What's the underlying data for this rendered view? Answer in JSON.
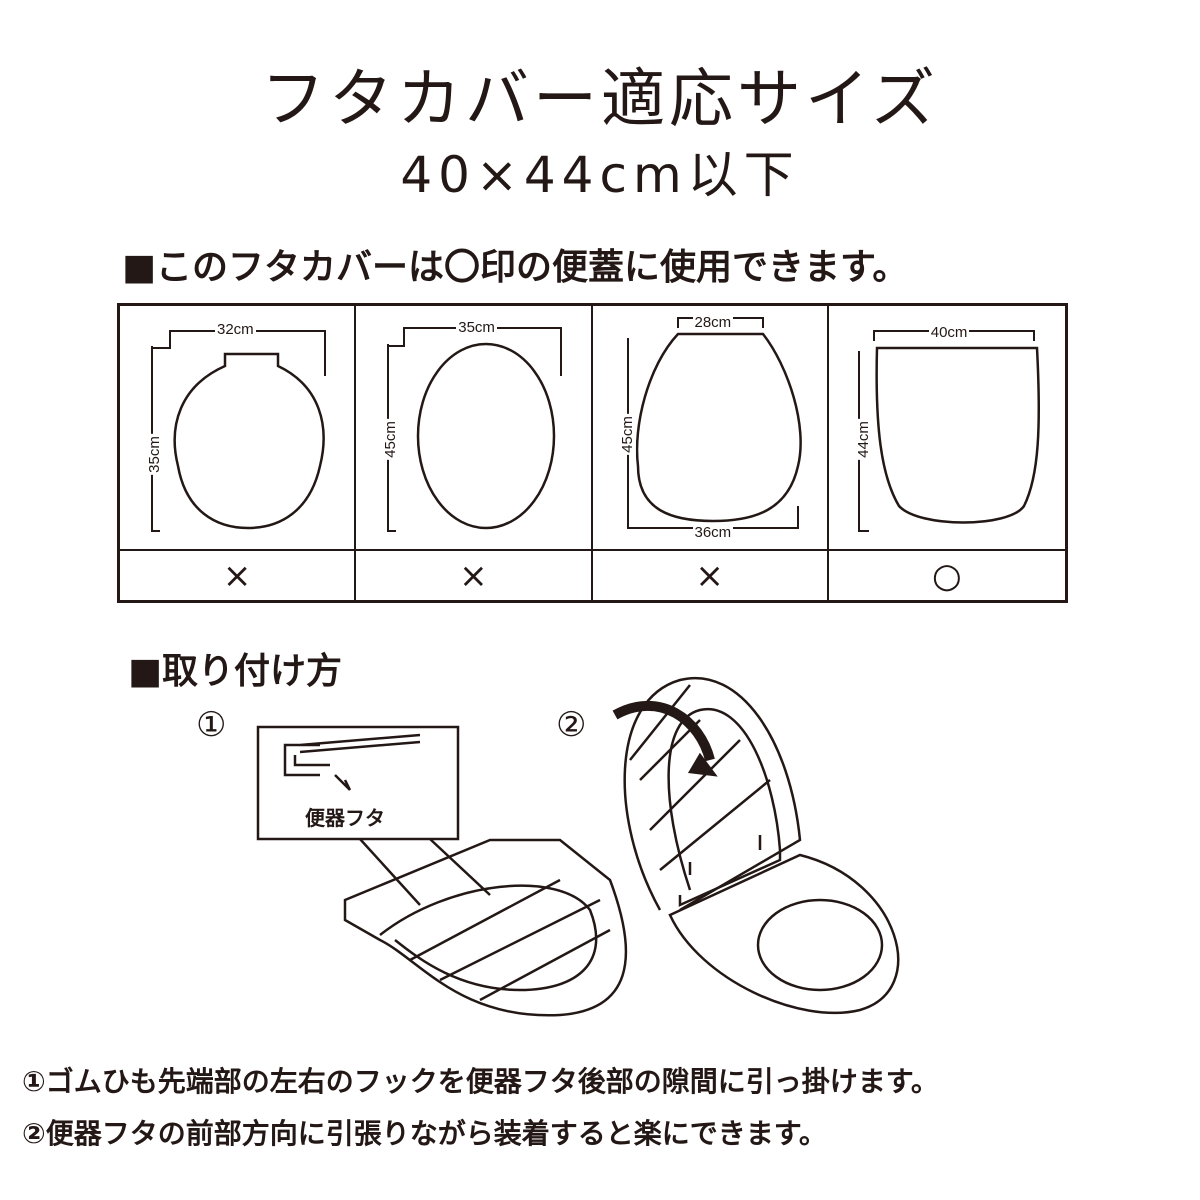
{
  "title": "フタカバー適応サイズ",
  "subtitle": "40×44cm以下",
  "compat_heading": "■このフタカバーは〇印の便蓋に使用できます。",
  "table": [
    {
      "width": "32cm",
      "height": "35cm",
      "result": "×"
    },
    {
      "width": "35cm",
      "height": "45cm",
      "result": "×"
    },
    {
      "width": "28cm",
      "height": "45cm",
      "bottom_width": "36cm",
      "result": "×"
    },
    {
      "width": "40cm",
      "height": "44cm",
      "result": "○"
    }
  ],
  "install_heading": "■取り付け方",
  "steps": {
    "one": "①",
    "two": "②",
    "lid_label": "便器フタ"
  },
  "notes": [
    "①ゴムひも先端部の左右のフックを便器フタ後部の隙間に引っ掛けます。",
    "②便器フタの前部方向に引張りながら装着すると楽にできます。"
  ]
}
